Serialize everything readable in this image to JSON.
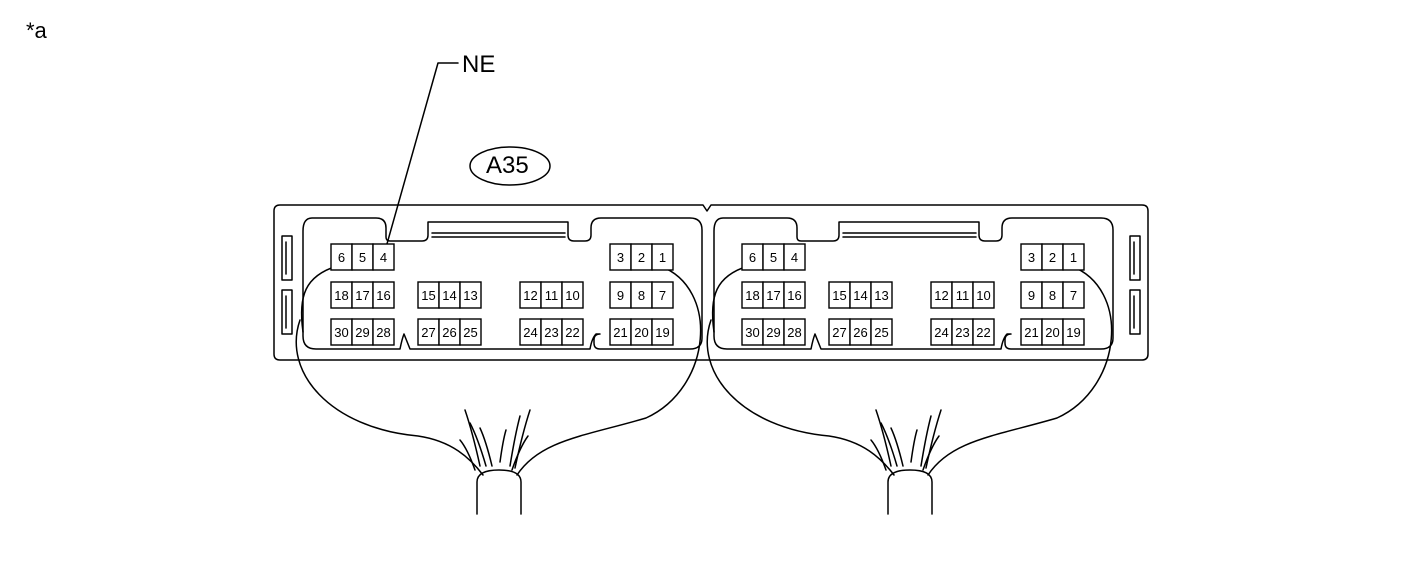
{
  "figure_label": "*a",
  "callout": {
    "signal": "NE",
    "pin": "4"
  },
  "connector_id": "A35",
  "pin_rows": [
    [
      [
        "6",
        "5",
        "4"
      ],
      [],
      [],
      [
        "3",
        "2",
        "1"
      ]
    ],
    [
      [
        "18",
        "17",
        "16"
      ],
      [
        "15",
        "14",
        "13"
      ],
      [
        "12",
        "11",
        "10"
      ],
      [
        "9",
        "8",
        "7"
      ]
    ],
    [
      [
        "30",
        "29",
        "28"
      ],
      [
        "27",
        "26",
        "25"
      ],
      [
        "24",
        "23",
        "22"
      ],
      [
        "21",
        "20",
        "19"
      ]
    ]
  ],
  "colors": {
    "line": "#000000",
    "background": "#ffffff"
  }
}
